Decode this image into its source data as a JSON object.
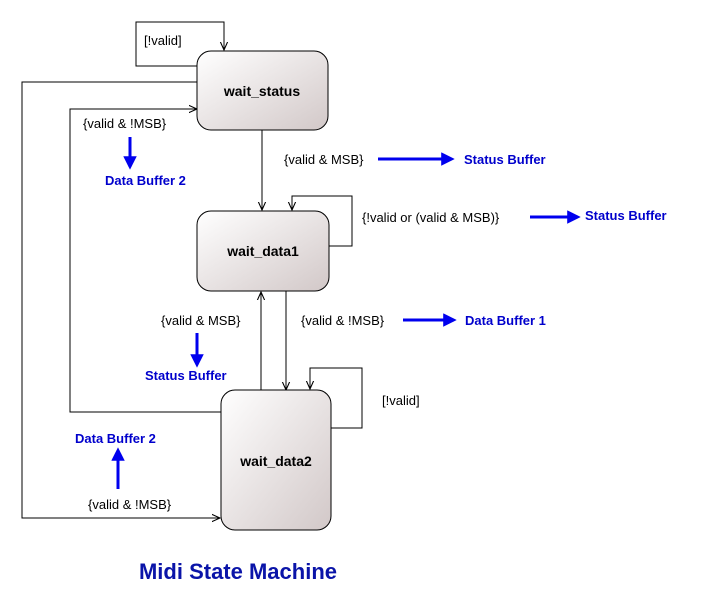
{
  "title": "Midi State Machine",
  "colors": {
    "buffer_text": "#0000cc",
    "arrow": "#0000ee",
    "title": "#0a14a8"
  },
  "states": {
    "wait_status": "wait_status",
    "wait_data1": "wait_data1",
    "wait_data2": "wait_data2"
  },
  "transitions": {
    "status_self": "[!valid]",
    "status_to_data1": "{valid & MSB}",
    "data1_self": "{!valid or (valid & MSB)}",
    "data1_to_data2": "{valid & !MSB}",
    "data2_to_data1": "{valid & MSB}",
    "data2_self": "[!valid]",
    "data2_to_status": "{valid & !MSB}",
    "status_to_data2": "{valid & !MSB}"
  },
  "buffers": {
    "status_1": "Status Buffer",
    "status_2": "Status Buffer",
    "status_3": "Status Buffer",
    "data_1": "Data Buffer 1",
    "data_2a": "Data Buffer 2",
    "data_2b": "Data Buffer 2"
  }
}
